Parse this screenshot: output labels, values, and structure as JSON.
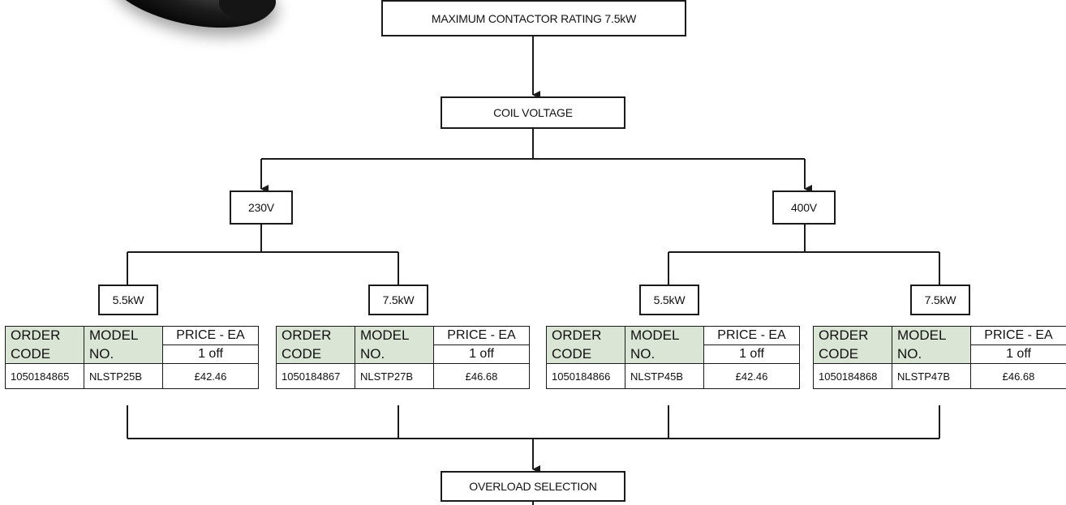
{
  "title": "MAXIMUM CONTACTOR RATING 7.5kW",
  "coil_voltage": "COIL VOLTAGE",
  "overload": "OVERLOAD SELECTION",
  "voltages": [
    {
      "label": "230V",
      "ratings": [
        "5.5kW",
        "7.5kW"
      ]
    },
    {
      "label": "400V",
      "ratings": [
        "5.5kW",
        "7.5kW"
      ]
    }
  ],
  "table_headers": {
    "order_1": "ORDER",
    "order_2": "CODE",
    "model_1": "MODEL",
    "model_2": "NO.",
    "price": "PRICE - EA",
    "qty": "1 off"
  },
  "products": [
    {
      "order_code": "1050184865",
      "model": "NLSTP25B",
      "price": "£42.46"
    },
    {
      "order_code": "1050184867",
      "model": "NLSTP27B",
      "price": "£46.68"
    },
    {
      "order_code": "1050184866",
      "model": "NLSTP45B",
      "price": "£42.46"
    },
    {
      "order_code": "1050184868",
      "model": "NLSTP47B",
      "price": "£46.68"
    }
  ],
  "colors": {
    "header_fill": "#dbe5d5",
    "line": "#1a1a1a"
  }
}
